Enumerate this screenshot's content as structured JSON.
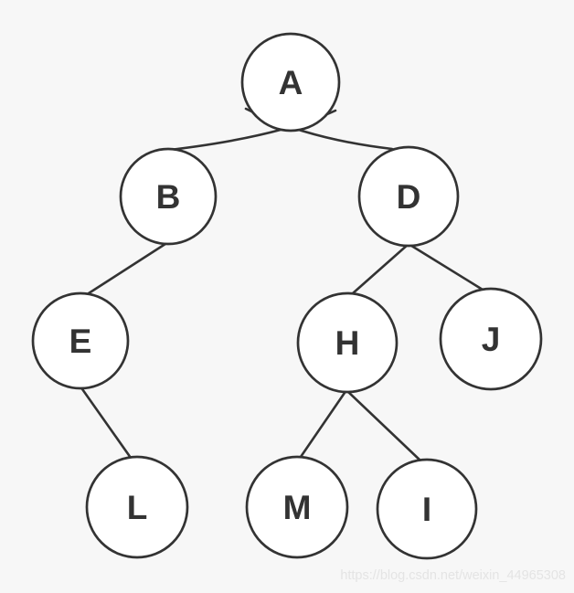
{
  "diagram": {
    "type": "binary-tree",
    "nodes": [
      {
        "id": "A",
        "label": "A"
      },
      {
        "id": "B",
        "label": "B"
      },
      {
        "id": "D",
        "label": "D"
      },
      {
        "id": "E",
        "label": "E"
      },
      {
        "id": "H",
        "label": "H"
      },
      {
        "id": "J",
        "label": "J"
      },
      {
        "id": "L",
        "label": "L"
      },
      {
        "id": "M",
        "label": "M"
      },
      {
        "id": "I",
        "label": "I"
      }
    ],
    "edges": [
      {
        "from": "A",
        "to": "B"
      },
      {
        "from": "A",
        "to": "D"
      },
      {
        "from": "B",
        "to": "E"
      },
      {
        "from": "E",
        "to": "L"
      },
      {
        "from": "D",
        "to": "H"
      },
      {
        "from": "D",
        "to": "J"
      },
      {
        "from": "H",
        "to": "M"
      },
      {
        "from": "H",
        "to": "I"
      }
    ]
  },
  "watermark": {
    "text": "https://blog.csdn.net/weixin_44965308"
  },
  "colors": {
    "background": "#f7f7f7",
    "node_fill": "#ffffff",
    "stroke": "#333333",
    "label": "#333333",
    "watermark": "#e4e4e4"
  }
}
